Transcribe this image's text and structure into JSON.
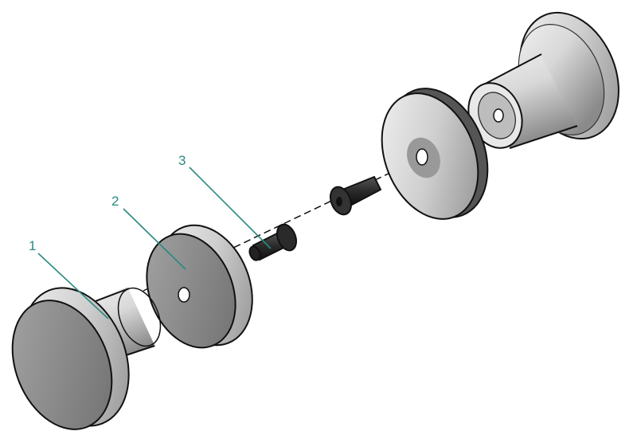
{
  "diagram": {
    "type": "exploded-assembly",
    "labels": [
      {
        "id": "1",
        "text": "1"
      },
      {
        "id": "2",
        "text": "2"
      },
      {
        "id": "3",
        "text": "3"
      }
    ],
    "colors": {
      "leader": "#2a8a80",
      "metal_light": "#e6e6e6",
      "metal_dark": "#8a8a8a",
      "screw": "#222222"
    }
  }
}
